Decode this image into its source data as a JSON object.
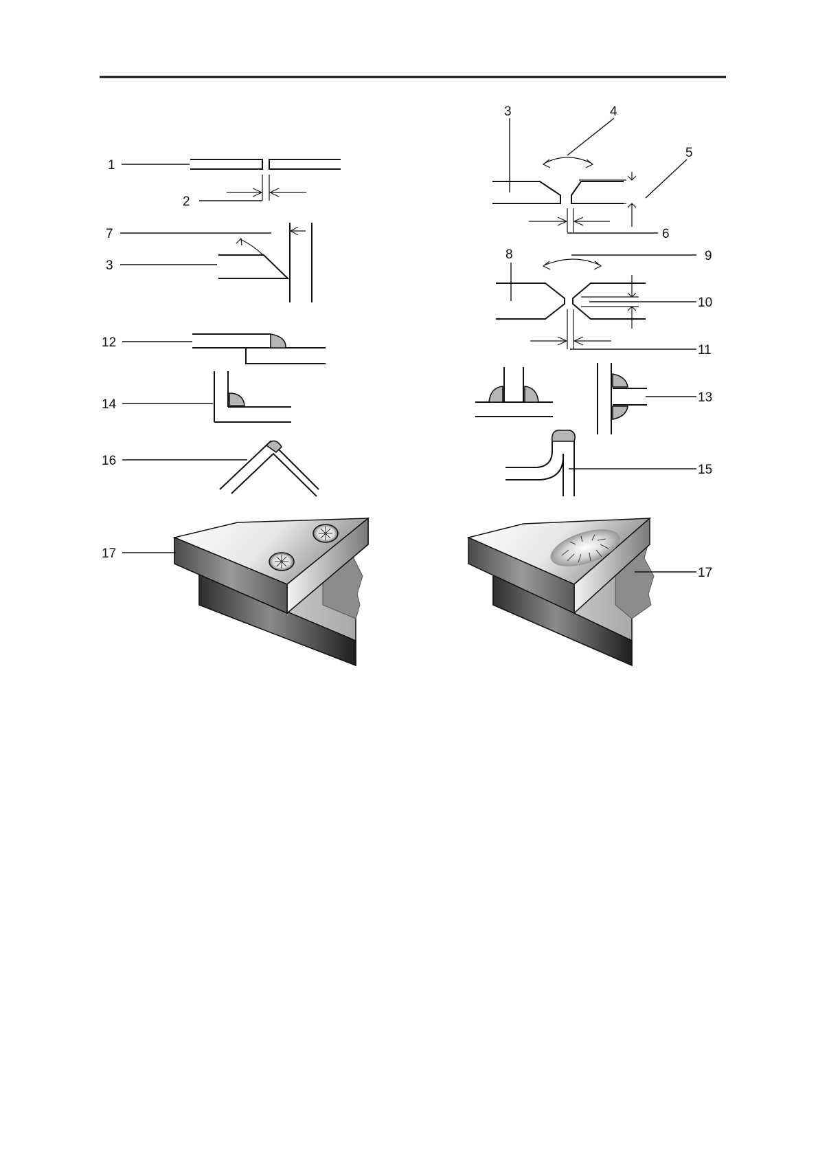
{
  "labels": {
    "l1": "1",
    "l2": "2",
    "l3a": "3",
    "l3b": "3",
    "l4": "4",
    "l5": "5",
    "l6": "6",
    "l7": "7",
    "l8": "8",
    "l9": "9",
    "l10": "10",
    "l11": "11",
    "l12": "12",
    "l13": "13",
    "l14": "14",
    "l15": "15",
    "l16": "16",
    "l17a": "17",
    "l17b": "17"
  },
  "colors": {
    "ink": "#111111",
    "weld_fill": "#b5b5b5",
    "paper": "#ffffff"
  },
  "icons": {
    "spot_weld": "starburst-circle",
    "seam_weld": "starburst-ellipse"
  }
}
